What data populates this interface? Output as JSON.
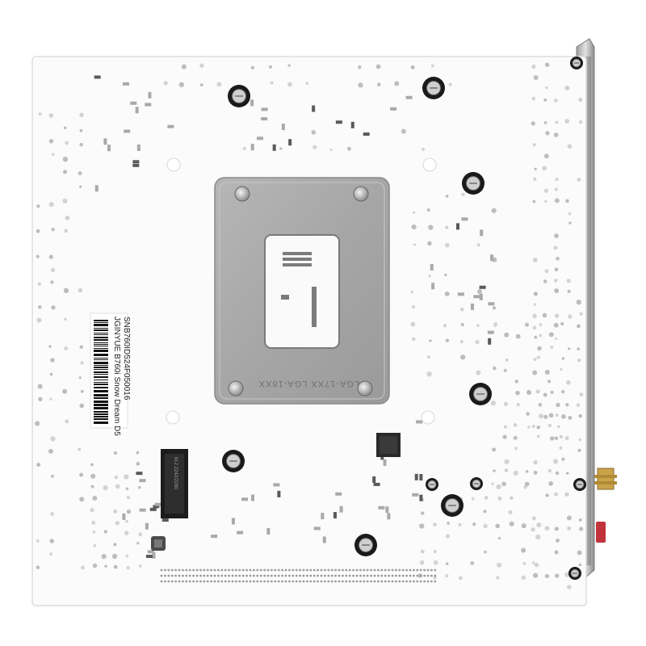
{
  "board": {
    "label_line1": "JGINYUE  B760i Snow Dream D5",
    "label_line2": "SNB760ID524F050016",
    "socket_text": "LGA-17XX  LGA-18XX",
    "m2_label": "M.2 2242/2280",
    "pcb_color": "#fbfbfb",
    "bracket_color": "#c7c7c7",
    "gold_color": "#c9a24a",
    "red_accent": "#c0333a"
  },
  "icons": {
    "standoff": "screw-standoff-icon",
    "antenna": "antenna-connector-icon",
    "connector_red": "red-connector-icon"
  }
}
